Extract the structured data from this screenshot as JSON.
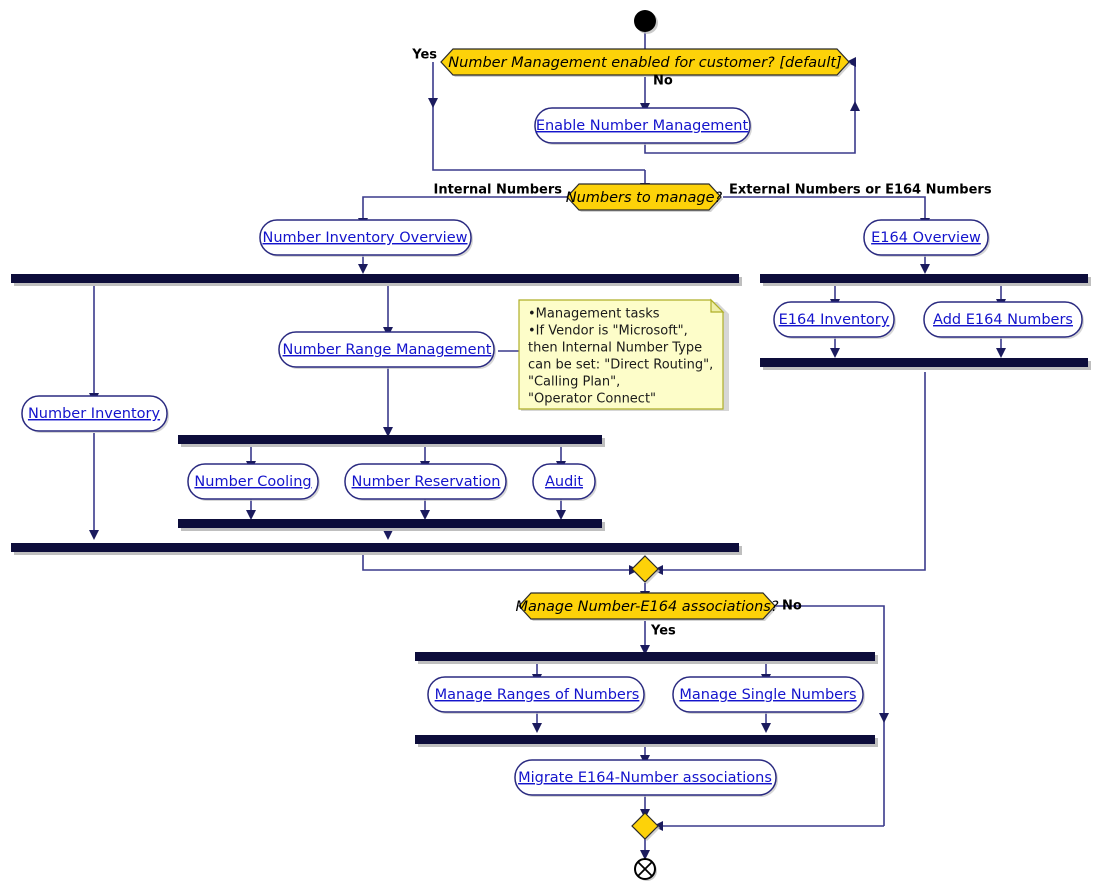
{
  "diagram": {
    "title": "Number Management activity diagram",
    "colors": {
      "decision_fill": "#FDD209",
      "activity_text": "#1414CC",
      "bar_fill": "#0D0D3B",
      "edge": "#3A3A8C",
      "note_fill": "#FDFDC9",
      "note_border": "#AFAF28"
    },
    "nodes": {
      "start": "start-node",
      "end": "end-node"
    },
    "decisions": [
      {
        "id": "d1",
        "label": "Number Management enabled for customer? [default]"
      },
      {
        "id": "d2",
        "label": "Numbers to manage?"
      },
      {
        "id": "d3",
        "label": "Manage Number-E164 associations?"
      }
    ],
    "guards": [
      {
        "id": "g-yes-1",
        "label": "Yes"
      },
      {
        "id": "g-no-1",
        "label": "No"
      },
      {
        "id": "g-internal",
        "label": "Internal Numbers"
      },
      {
        "id": "g-external",
        "label": "External Numbers or E164 Numbers"
      },
      {
        "id": "g-no-3",
        "label": "No"
      },
      {
        "id": "g-yes-3",
        "label": "Yes"
      }
    ],
    "activities": [
      {
        "id": "a-enable",
        "label": "Enable Number Management"
      },
      {
        "id": "a-inv-overview",
        "label": "Number Inventory Overview"
      },
      {
        "id": "a-e164-overview",
        "label": "E164 Overview"
      },
      {
        "id": "a-number-inventory",
        "label": "Number Inventory"
      },
      {
        "id": "a-range-mgmt",
        "label": "Number Range Management"
      },
      {
        "id": "a-e164-inventory",
        "label": "E164 Inventory"
      },
      {
        "id": "a-add-e164",
        "label": "Add E164 Numbers"
      },
      {
        "id": "a-cooling",
        "label": "Number Cooling"
      },
      {
        "id": "a-reservation",
        "label": "Number Reservation"
      },
      {
        "id": "a-audit",
        "label": "Audit"
      },
      {
        "id": "a-manage-ranges",
        "label": "Manage Ranges of Numbers"
      },
      {
        "id": "a-manage-single",
        "label": "Manage Single Numbers"
      },
      {
        "id": "a-migrate",
        "label": "Migrate E164-Number associations"
      }
    ],
    "note": {
      "id": "note-range-mgmt",
      "lines": [
        "•Management tasks",
        "•If Vendor is \"Microsoft\",",
        " then Internal Number Type",
        " can be set: \"Direct Routing\",",
        " \"Calling Plan\",",
        " \"Operator Connect\""
      ]
    }
  }
}
